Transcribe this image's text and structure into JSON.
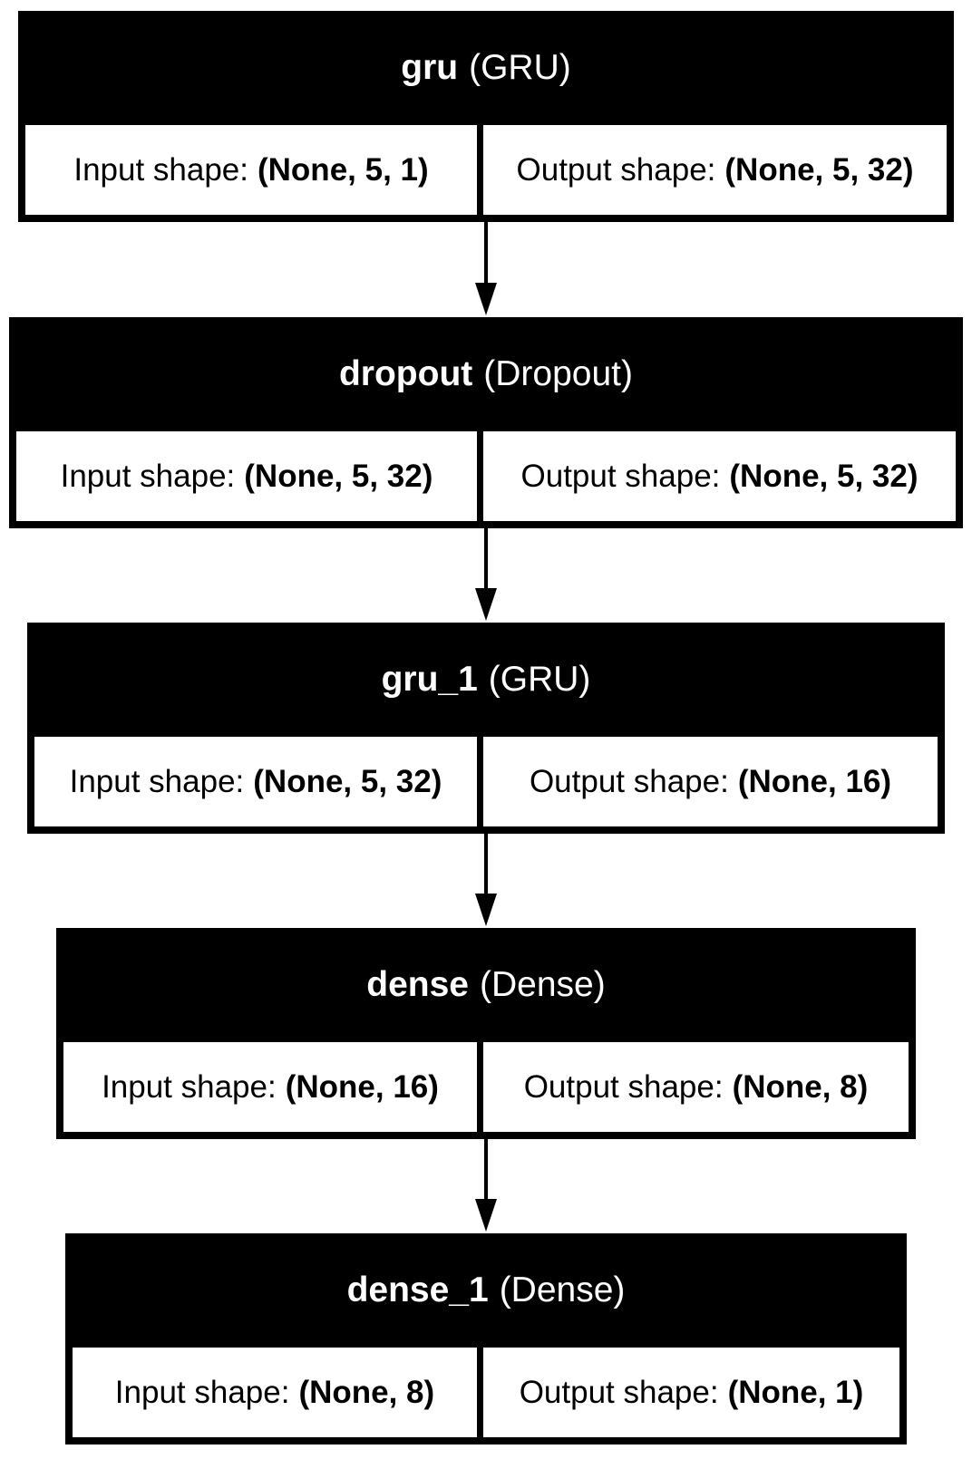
{
  "layers": [
    {
      "name": "gru",
      "type": "(GRU)",
      "input_label": "Input shape:",
      "input_shape": "(None, 5, 1)",
      "output_label": "Output shape:",
      "output_shape": "(None, 5, 32)"
    },
    {
      "name": "dropout",
      "type": "(Dropout)",
      "input_label": "Input shape:",
      "input_shape": "(None, 5, 32)",
      "output_label": "Output shape:",
      "output_shape": "(None, 5, 32)"
    },
    {
      "name": "gru_1",
      "type": "(GRU)",
      "input_label": "Input shape:",
      "input_shape": "(None, 5, 32)",
      "output_label": "Output shape:",
      "output_shape": "(None, 16)"
    },
    {
      "name": "dense",
      "type": "(Dense)",
      "input_label": "Input shape:",
      "input_shape": "(None, 16)",
      "output_label": "Output shape:",
      "output_shape": "(None, 8)"
    },
    {
      "name": "dense_1",
      "type": "(Dense)",
      "input_label": "Input shape:",
      "input_shape": "(None, 8)",
      "output_label": "Output shape:",
      "output_shape": "(None, 1)"
    }
  ],
  "colors": {
    "box_fill": "#000000",
    "header_text": "#ffffff",
    "cell_fill": "#ffffff",
    "cell_text": "#000000",
    "arrow": "#000000"
  }
}
